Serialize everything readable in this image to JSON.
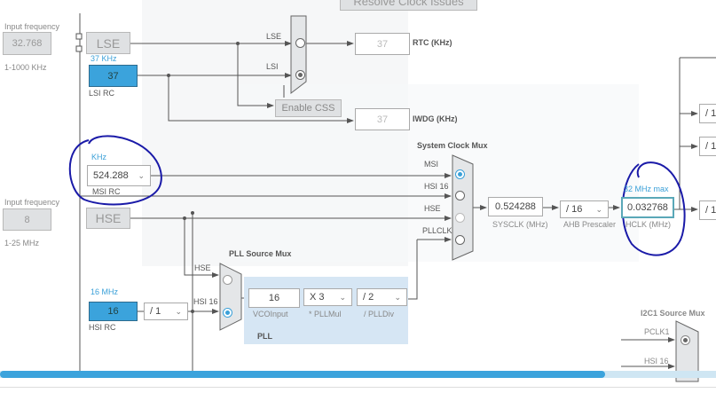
{
  "toolbar": {
    "resolve_button": "Resolve Clock Issues"
  },
  "lse": {
    "input_label": "Input frequency",
    "input_value": "32.768",
    "range": "1-1000 KHz",
    "label": "LSE"
  },
  "lsi": {
    "freq": "37 KHz",
    "value": "37",
    "label": "LSI RC"
  },
  "rtc_mux": {
    "lse": "LSE",
    "lsi": "LSI",
    "selected": "LSI"
  },
  "rtc": {
    "value": "37",
    "label": "RTC (KHz)"
  },
  "iwdg": {
    "value": "37",
    "label": "IWDG (KHz)"
  },
  "css": {
    "label": "Enable CSS"
  },
  "msi": {
    "unit": "KHz",
    "value": "524.288",
    "label": "MSI RC"
  },
  "hse": {
    "input_label": "Input frequency",
    "input_value": "8",
    "range": "1-25 MHz",
    "label": "HSE"
  },
  "sys_mux": {
    "title": "System Clock Mux",
    "inputs": [
      "MSI",
      "HSI 16",
      "HSE",
      "PLLCLK"
    ],
    "selected": "MSI"
  },
  "sysclk": {
    "value": "0.524288",
    "label": "SYSCLK (MHz)"
  },
  "ahb": {
    "value": "/ 16",
    "label": "AHB Prescaler"
  },
  "hclk": {
    "max": "32 MHz max",
    "value": "0.032768",
    "label": "HCLK (MHz)"
  },
  "right": {
    "div1": "/ 1",
    "div2": "/ 1",
    "div3": "/ 1"
  },
  "pll_mux": {
    "title": "PLL Source Mux",
    "hse": "HSE",
    "hsi": "HSI 16",
    "selected": "HSI 16"
  },
  "hsi": {
    "freq": "16 MHz",
    "value": "16",
    "label": "HSI RC",
    "div": "/ 1"
  },
  "pll": {
    "vco_value": "16",
    "vco_label": "VCOInput",
    "mul": "X 3",
    "mul_label": "* PLLMul",
    "div": "/ 2",
    "div_label": "/ PLLDiv",
    "title": "PLL"
  },
  "i2c": {
    "title": "I2C1 Source Mux",
    "pclk1": "PCLK1",
    "hsi": "HSI 16"
  },
  "colors": {
    "accent": "#3ba3dc",
    "annotation": "#1a1aa8"
  },
  "scroll": {
    "position_fraction": 0.85
  }
}
